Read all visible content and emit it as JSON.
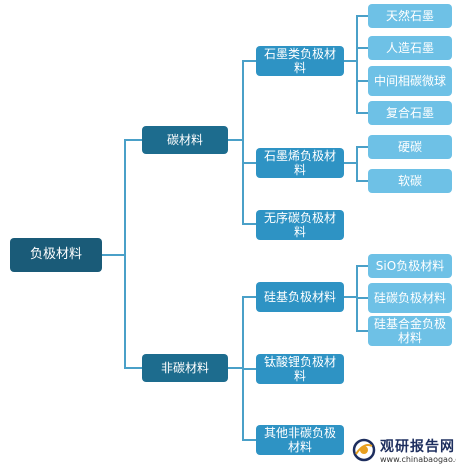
{
  "diagram": {
    "root": "负极材料",
    "carbon": {
      "label": "碳材料",
      "graphite": {
        "label": "石墨类负极材料",
        "children": [
          "天然石墨",
          "人造石墨",
          "中间相碳微球",
          "复合石墨"
        ]
      },
      "graphene": {
        "label": "石墨烯负极材料",
        "children": [
          "硬碳",
          "软碳"
        ]
      },
      "amorphous": {
        "label": "无序碳负极材料"
      }
    },
    "noncarbon": {
      "label": "非碳材料",
      "silicon": {
        "label": "硅基负极材料",
        "children": [
          "SiO负极材料",
          "硅碳负极材料",
          "硅基合金负极材料"
        ]
      },
      "titanate": {
        "label": "钛酸锂负极材料"
      },
      "other": {
        "label": "其他非碳负极材料"
      }
    }
  },
  "watermark": {
    "name": "观研报告网",
    "url": "www.chinabaogao.com",
    "color": "#1d2e5e",
    "accent": "#e8a020"
  }
}
